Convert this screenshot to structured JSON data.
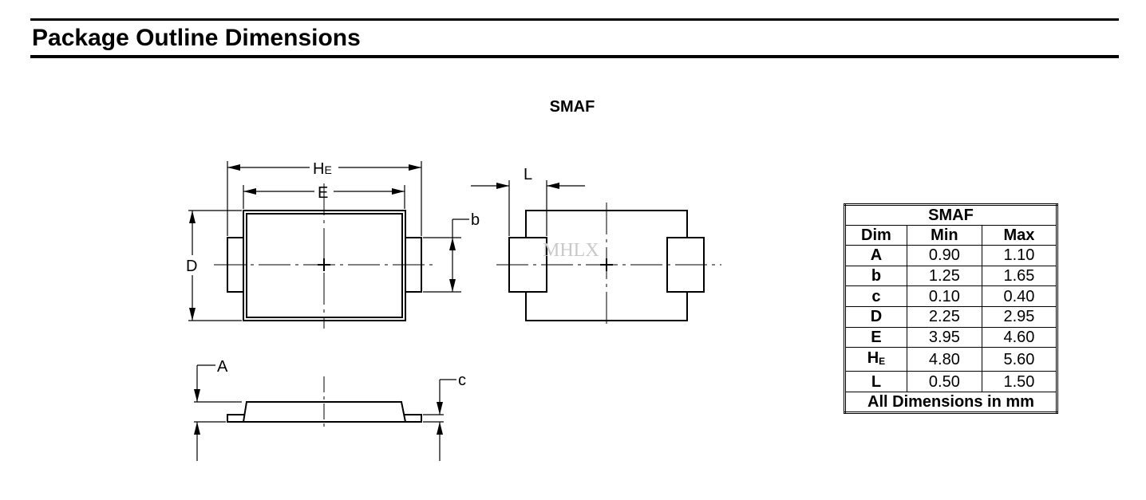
{
  "header": {
    "title": "Package Outline Dimensions"
  },
  "drawing": {
    "title": "SMAF",
    "labels": {
      "he_main": "H",
      "he_sub": "E",
      "e": "E",
      "d": "D",
      "b": "b",
      "l": "L",
      "a": "A",
      "c": "c"
    },
    "watermark": "MHLX"
  },
  "table": {
    "title": "SMAF",
    "headers": [
      "Dim",
      "Min",
      "Max"
    ],
    "rows": [
      {
        "dim": "A",
        "sub": "",
        "min": "0.90",
        "max": "1.10"
      },
      {
        "dim": "b",
        "sub": "",
        "min": "1.25",
        "max": "1.65"
      },
      {
        "dim": "c",
        "sub": "",
        "min": "0.10",
        "max": "0.40"
      },
      {
        "dim": "D",
        "sub": "",
        "min": "2.25",
        "max": "2.95"
      },
      {
        "dim": "E",
        "sub": "",
        "min": "3.95",
        "max": "4.60"
      },
      {
        "dim": "H",
        "sub": "E",
        "min": "4.80",
        "max": "5.60"
      },
      {
        "dim": "L",
        "sub": "",
        "min": "0.50",
        "max": "1.50"
      }
    ],
    "footer": "All Dimensions in mm"
  }
}
